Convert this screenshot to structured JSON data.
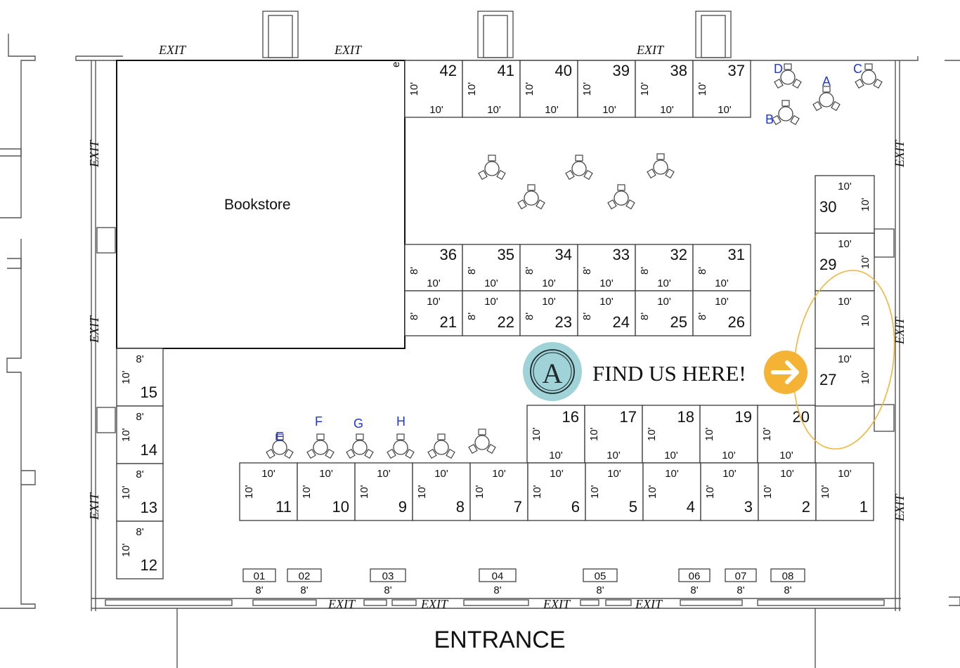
{
  "header_exits_top": [
    "EXIT",
    "EXIT",
    "EXIT"
  ],
  "exit_label": "EXIT",
  "bookstore_label": "Bookstore",
  "entrance_label": "ENTRANCE",
  "marker": {
    "letter": "A",
    "text": "FIND US HERE!",
    "badge_color": "#9fd3d8",
    "arrow_color": "#f5b335",
    "highlight_color": "#f0b63a"
  },
  "booths": {
    "top_row": [
      {
        "num": "42",
        "w": "10'",
        "h": "10'"
      },
      {
        "num": "41",
        "w": "10'",
        "h": "10'"
      },
      {
        "num": "40",
        "w": "10'",
        "h": "10'"
      },
      {
        "num": "39",
        "w": "10'",
        "h": "10'"
      },
      {
        "num": "38",
        "w": "10'",
        "h": "10'"
      },
      {
        "num": "37",
        "w": "10'",
        "h": "10'"
      }
    ],
    "top_corner_label": "e",
    "middle_upper": [
      {
        "num": "36",
        "w": "10'",
        "h": "8'"
      },
      {
        "num": "35",
        "w": "10'",
        "h": "8'"
      },
      {
        "num": "34",
        "w": "10'",
        "h": "8'"
      },
      {
        "num": "33",
        "w": "10'",
        "h": "8'"
      },
      {
        "num": "32",
        "w": "10'",
        "h": "8'"
      },
      {
        "num": "31",
        "w": "10'",
        "h": "8'"
      }
    ],
    "middle_lower": [
      {
        "num": "21",
        "w": "10'",
        "h": "8'"
      },
      {
        "num": "22",
        "w": "10'",
        "h": "8'"
      },
      {
        "num": "23",
        "w": "10'",
        "h": "8'"
      },
      {
        "num": "24",
        "w": "10'",
        "h": "8'"
      },
      {
        "num": "25",
        "w": "10'",
        "h": "8'"
      },
      {
        "num": "26",
        "w": "10'",
        "h": "8'"
      }
    ],
    "right_column": [
      {
        "num": "30",
        "w": "10'",
        "h": "10'"
      },
      {
        "num": "29",
        "w": "10'",
        "h": "10'"
      },
      {
        "num": "",
        "w": "10'",
        "h": "10"
      },
      {
        "num": "27",
        "w": "10'",
        "h": "10'"
      }
    ],
    "row_16_20": [
      {
        "num": "16",
        "w": "10'",
        "h": "10'"
      },
      {
        "num": "17",
        "w": "10'",
        "h": "10'"
      },
      {
        "num": "18",
        "w": "10'",
        "h": "10'"
      },
      {
        "num": "19",
        "w": "10'",
        "h": "10'"
      },
      {
        "num": "20",
        "w": "10'",
        "h": "10'"
      }
    ],
    "bottom_row": [
      {
        "num": "11",
        "w": "10'",
        "h": "10'"
      },
      {
        "num": "10",
        "w": "10'",
        "h": "10'"
      },
      {
        "num": "9",
        "w": "10'",
        "h": "10'"
      },
      {
        "num": "8",
        "w": "10'",
        "h": "10'"
      },
      {
        "num": "7",
        "w": "10'",
        "h": "10'"
      },
      {
        "num": "6",
        "w": "10'",
        "h": "10'"
      },
      {
        "num": "5",
        "w": "10'",
        "h": "10'"
      },
      {
        "num": "4",
        "w": "10'",
        "h": "10'"
      },
      {
        "num": "3",
        "w": "10'",
        "h": "10'"
      },
      {
        "num": "2",
        "w": "10'",
        "h": "10'"
      },
      {
        "num": "1",
        "w": "10'",
        "h": "10'"
      }
    ],
    "left_column": [
      {
        "num": "15",
        "w": "8'",
        "h": "10'"
      },
      {
        "num": "14",
        "w": "8'",
        "h": "10'"
      },
      {
        "num": "13",
        "w": "8'",
        "h": "10'"
      },
      {
        "num": "12",
        "w": "8'",
        "h": "10'"
      }
    ],
    "small_tables": [
      {
        "num": "01",
        "size": "8'"
      },
      {
        "num": "02",
        "size": "8'"
      },
      {
        "num": "03",
        "size": "8'"
      },
      {
        "num": "04",
        "size": "8'"
      },
      {
        "num": "05",
        "size": "8'"
      },
      {
        "num": "06",
        "size": "8'"
      },
      {
        "num": "07",
        "size": "8'"
      },
      {
        "num": "08",
        "size": "8'"
      }
    ]
  },
  "seating_labels": {
    "top_right": [
      "D",
      "A",
      "C",
      "B"
    ],
    "bottom_left": [
      "E",
      "F",
      "G",
      "H"
    ]
  }
}
